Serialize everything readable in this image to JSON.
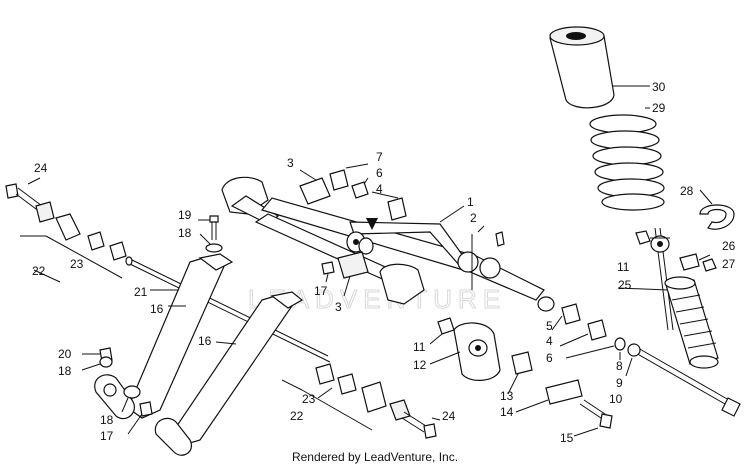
{
  "diagram": {
    "watermark": "LEADVENTURE",
    "footer": "Rendered by LeadVenture, Inc.",
    "callouts": [
      {
        "id": "c1",
        "text": "1"
      },
      {
        "id": "c2",
        "text": "2"
      },
      {
        "id": "c3a",
        "text": "3"
      },
      {
        "id": "c3b",
        "text": "3"
      },
      {
        "id": "c4a",
        "text": "4"
      },
      {
        "id": "c4b",
        "text": "4"
      },
      {
        "id": "c5",
        "text": "5"
      },
      {
        "id": "c6a",
        "text": "6"
      },
      {
        "id": "c6b",
        "text": "6"
      },
      {
        "id": "c7",
        "text": "7"
      },
      {
        "id": "c8",
        "text": "8"
      },
      {
        "id": "c9",
        "text": "9"
      },
      {
        "id": "c10",
        "text": "10"
      },
      {
        "id": "c11a",
        "text": "11"
      },
      {
        "id": "c11b",
        "text": "11"
      },
      {
        "id": "c12",
        "text": "12"
      },
      {
        "id": "c13",
        "text": "13"
      },
      {
        "id": "c14",
        "text": "14"
      },
      {
        "id": "c15",
        "text": "15"
      },
      {
        "id": "c16a",
        "text": "16"
      },
      {
        "id": "c16b",
        "text": "16"
      },
      {
        "id": "c17a",
        "text": "17"
      },
      {
        "id": "c17b",
        "text": "17"
      },
      {
        "id": "c18a",
        "text": "18"
      },
      {
        "id": "c18b",
        "text": "18"
      },
      {
        "id": "c18c",
        "text": "18"
      },
      {
        "id": "c19",
        "text": "19"
      },
      {
        "id": "c20",
        "text": "20"
      },
      {
        "id": "c21",
        "text": "21"
      },
      {
        "id": "c22a",
        "text": "22"
      },
      {
        "id": "c22b",
        "text": "22"
      },
      {
        "id": "c23a",
        "text": "23"
      },
      {
        "id": "c23b",
        "text": "23"
      },
      {
        "id": "c24a",
        "text": "24"
      },
      {
        "id": "c24b",
        "text": "24"
      },
      {
        "id": "c25",
        "text": "25"
      },
      {
        "id": "c26",
        "text": "26"
      },
      {
        "id": "c27",
        "text": "27"
      },
      {
        "id": "c28",
        "text": "28"
      },
      {
        "id": "c29",
        "text": "29"
      },
      {
        "id": "c30",
        "text": "30"
      }
    ]
  }
}
